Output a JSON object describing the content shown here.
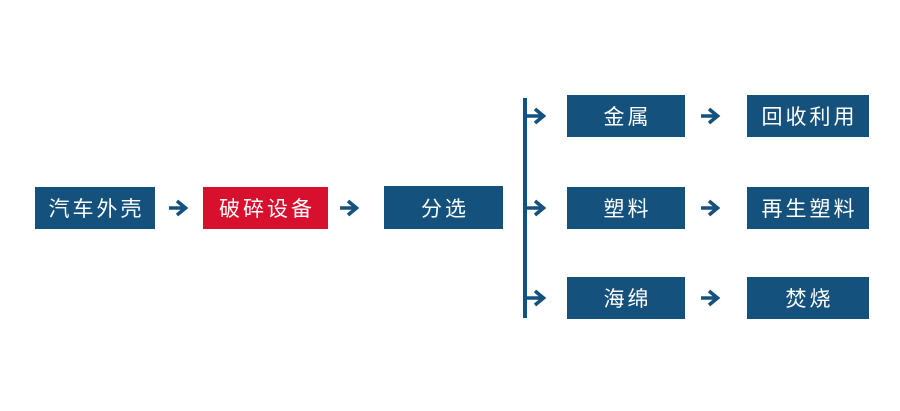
{
  "diagram": {
    "type": "flowchart",
    "colors": {
      "blue": "#14527d",
      "red": "#d6102d",
      "text": "#ffffff",
      "background": "#ffffff"
    },
    "nodes": {
      "car_shell": "汽车外壳",
      "crusher": "破碎设备",
      "sorting": "分选"
    },
    "branches": [
      {
        "material": "金属",
        "result": "回收利用"
      },
      {
        "material": "塑料",
        "result": "再生塑料"
      },
      {
        "material": "海绵",
        "result": "焚烧"
      }
    ]
  }
}
